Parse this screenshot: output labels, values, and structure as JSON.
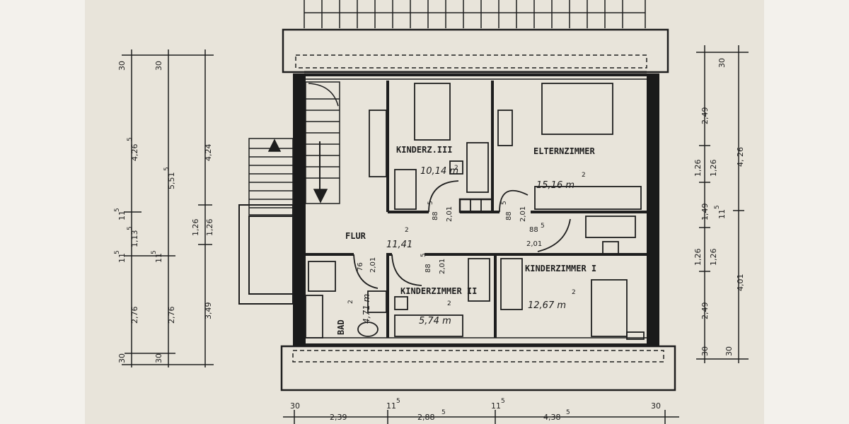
{
  "rooms": {
    "kinder3": {
      "name": "KINDERZ.III",
      "area": "10,14 m",
      "sup": "2"
    },
    "eltern": {
      "name": "ELTERNZIMMER",
      "area": "15,16 m",
      "sup": "2"
    },
    "flur": {
      "name": "FLUR",
      "area": "11,41",
      "sup": "2"
    },
    "kinder2": {
      "name": "KINDERZIMMER II",
      "area": "5,74 m",
      "sup": "2"
    },
    "kinder1": {
      "name": "KINDERZIMMER I",
      "area": "12,67 m",
      "sup": "2"
    },
    "bad": {
      "name": "BAD",
      "area": "4,71 m",
      "sup": "2"
    }
  },
  "door_dims": {
    "k3_door": {
      "w": "88",
      "w_sup": "5",
      "h": "2,01"
    },
    "eltern_door": {
      "w": "88",
      "w_sup": "5",
      "h": "2,01"
    },
    "flur_door": {
      "w": "88",
      "w_sup": "5",
      "h": "2,01"
    },
    "bad_door": {
      "w": "76",
      "h": "2,01"
    },
    "k2_door": {
      "w": "88",
      "w_sup": "5",
      "h": "2,01"
    }
  },
  "left_dims": {
    "col1": {
      "a": "30",
      "b": "4,26",
      "b_sup": "5",
      "c": "11",
      "c_sup": "5",
      "d": "1,13",
      "d_sup": "5",
      "e": "11",
      "e_sup": "5",
      "f": "2,76",
      "g": "30"
    },
    "col2": {
      "a": "30",
      "b": "5,51",
      "b_sup": "5",
      "c": "11",
      "c_sup": "5",
      "d": "2,76",
      "e": "30"
    },
    "col3": {
      "a": "4,24",
      "b": "1,26",
      "c": "1,26",
      "d": "3,49"
    }
  },
  "right_dims": {
    "col1": {
      "a": "2,49",
      "b": "1,26",
      "c": "1,49",
      "d": "1,26",
      "e": "2,49",
      "f": "30"
    },
    "col2": {
      "a": "1,26",
      "b": "1,26"
    },
    "col3": {
      "a": "30",
      "b": "4, 26",
      "c": "11",
      "c_sup": "5",
      "d": "4,01",
      "e": "30"
    }
  },
  "bottom_dims": {
    "a": "30",
    "b": "2,39",
    "c": "11",
    "c_sup": "5",
    "d": "2,88",
    "d_sup": "5",
    "e": "11",
    "e_sup": "5",
    "f": "4,38",
    "f_sup": "5",
    "g": "30"
  },
  "colors": {
    "paper": "#e8e4da",
    "ink": "#1e1e1e",
    "wall": "#1a1a1a"
  }
}
